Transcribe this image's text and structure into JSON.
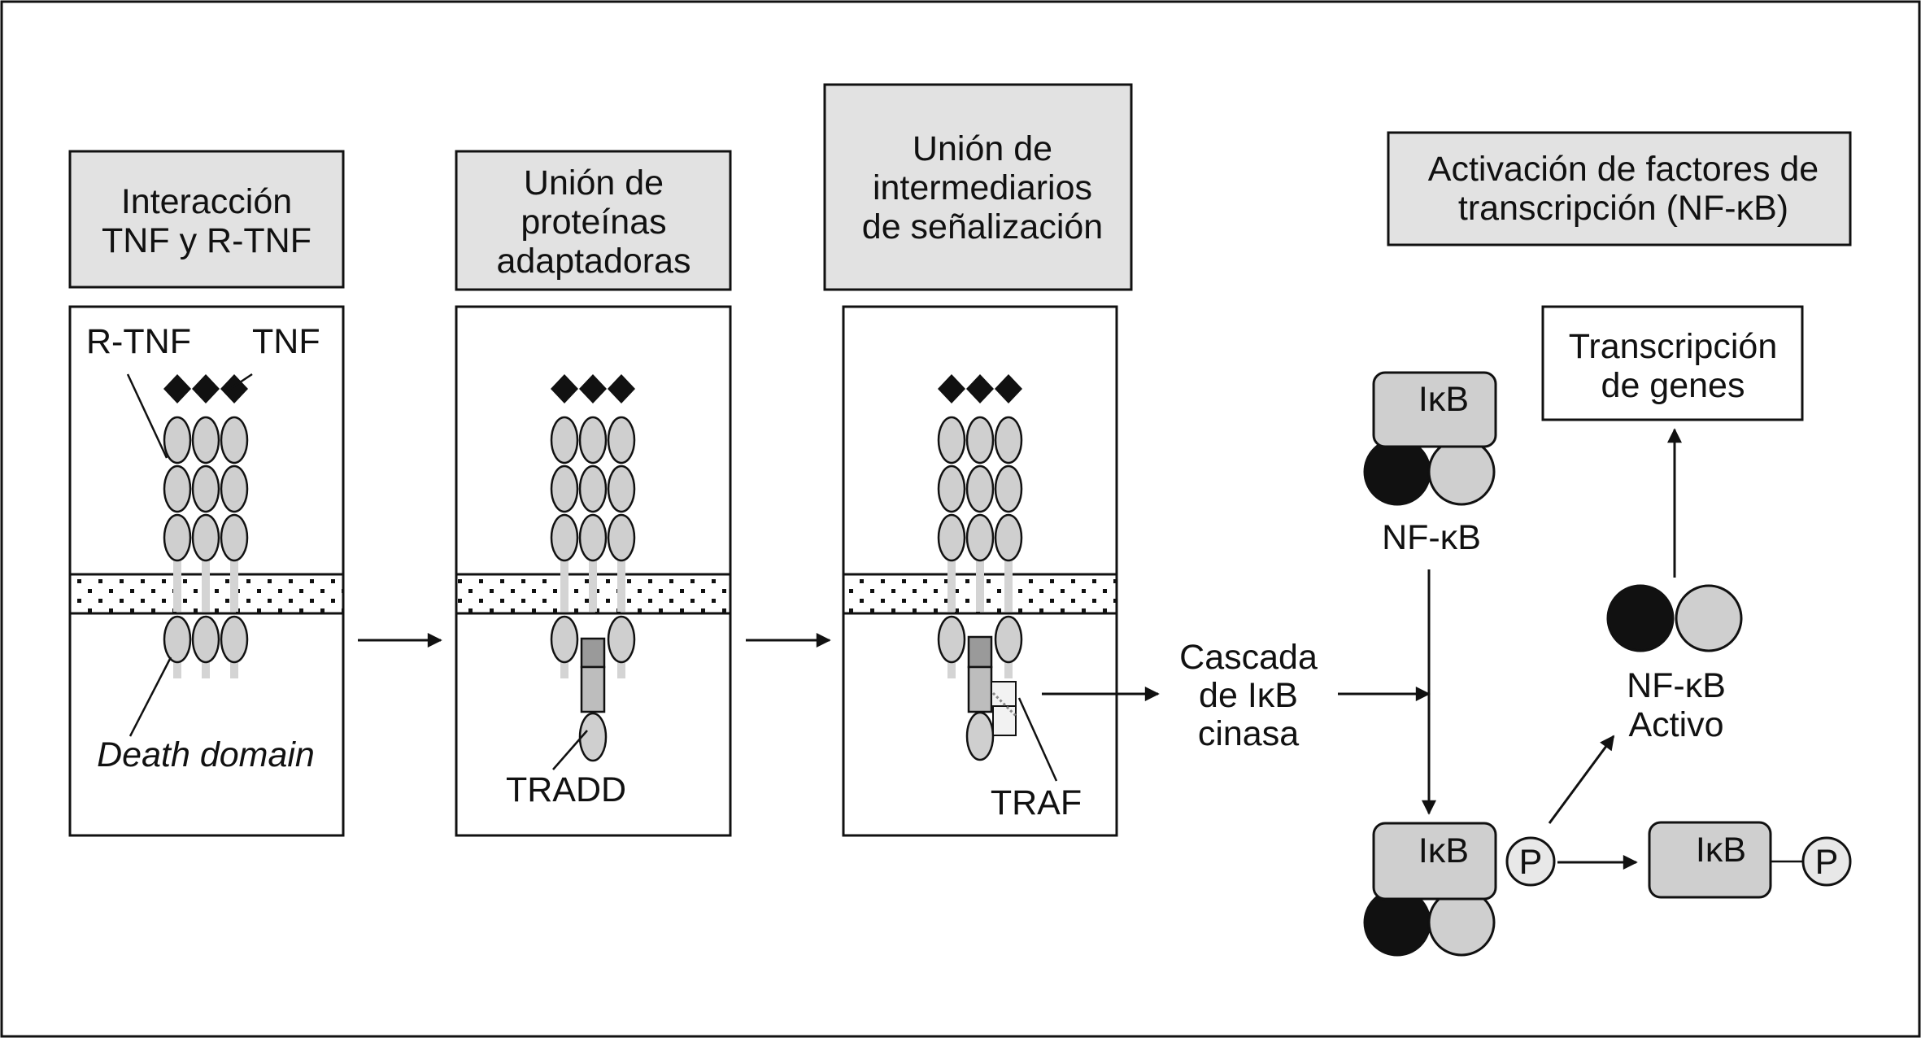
{
  "panels": {
    "p1": {
      "header": [
        "Interacción",
        "TNF y R-TNF"
      ],
      "labels": {
        "receptor": "R-TNF",
        "ligand": "TNF",
        "death_domain": "Death domain"
      }
    },
    "p2": {
      "header": [
        "Unión de",
        "proteínas",
        "adaptadoras"
      ],
      "labels": {
        "adapter": "TRADD"
      }
    },
    "p3": {
      "header": [
        "Unión de",
        "intermediarios",
        "de señalización"
      ],
      "labels": {
        "traf": "TRAF"
      }
    },
    "p4": {
      "header": [
        "Activación de factores de",
        "transcripción (NF-κB)"
      ]
    }
  },
  "pathway": {
    "cascade": [
      "Cascada",
      "de IκB",
      "cinasa"
    ],
    "ikb": "IκB",
    "nfkb": "NF-κB",
    "phospho": "P",
    "active": [
      "NF-κB",
      "Activo"
    ],
    "transcription": [
      "Transcripción",
      "de genes"
    ]
  },
  "colors": {
    "header_fill": "#e2e2e2",
    "protein_fill": "#cfcfcf",
    "dark_subunit": "#111111",
    "adapter_fill": "#9a9a9a",
    "stalk": "#d4d4d4",
    "line": "#111111"
  }
}
